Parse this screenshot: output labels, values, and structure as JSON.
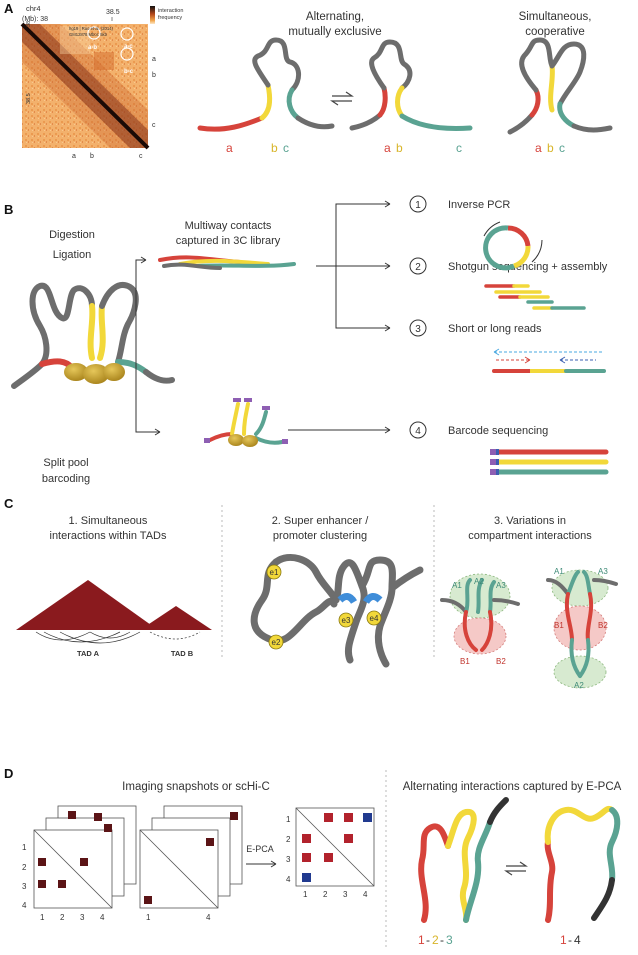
{
  "panels": {
    "a": "A",
    "b": "B",
    "c": "C",
    "d": "D"
  },
  "panel_a": {
    "heatmap": {
      "chrom": "chr4",
      "mb_label": "(Mb): 38",
      "tick_38_5_top": "38.5",
      "y_38": "38",
      "y_38_5": "38.5",
      "legend_label": "interaction\nfrequency",
      "legend_line1": "interaction",
      "legend_line2": "frequency",
      "source_line1": "hg19 | Rao et al. (2014)",
      "source_line2": "GM12878 MboI: 5kb",
      "circle_ab": "a-b",
      "circle_ac": "a-c",
      "circle_bc": "b-c",
      "right_a": "a",
      "right_b": "b",
      "right_c": "c",
      "bottom_a": "a",
      "bottom_b": "b",
      "bottom_c": "c"
    },
    "alternating_line1": "Alternating,",
    "alternating_line2": "mutually exclusive",
    "simultaneous_line1": "Simultaneous,",
    "simultaneous_line2": "cooperative",
    "labels": {
      "a": "a",
      "b": "b",
      "c": "c"
    },
    "colors": {
      "red": "#d6433b",
      "yellow": "#f2d83a",
      "teal": "#5aa392",
      "gray": "#6d6d6d"
    }
  },
  "panel_b": {
    "digestion": "Digestion",
    "ligation": "Ligation",
    "multiway_line1": "Multiway contacts",
    "multiway_line2": "captured in 3C library",
    "split_line1": "Split pool",
    "split_line2": "barcoding",
    "methods": [
      {
        "num": "1",
        "label": "Inverse PCR"
      },
      {
        "num": "2",
        "label": "Shotgun sequencing + assembly"
      },
      {
        "num": "3",
        "label": "Short or long reads"
      },
      {
        "num": "4",
        "label": "Barcode sequencing"
      }
    ]
  },
  "panel_c": {
    "c1_line1": "1. Simultaneous",
    "c1_line2": "interactions within TADs",
    "tad_a": "TAD A",
    "tad_b": "TAD B",
    "c2_line1": "2. Super enhancer /",
    "c2_line2": "promoter clustering",
    "enhancers": [
      "e1",
      "e2",
      "e3",
      "e4"
    ],
    "c3_line1": "3. Variations in",
    "c3_line2": "compartment interactions",
    "compartments": {
      "A1": "A1",
      "A2": "A2",
      "A3": "A3",
      "B1": "B1",
      "B2": "B2"
    }
  },
  "panel_d": {
    "title_left": "Imaging snapshots or scHi-C",
    "epca": "E-PCA",
    "title_right": "Alternating interactions captured by E-PCA",
    "axis_ticks": [
      "1",
      "2",
      "3",
      "4"
    ],
    "bottom_left_1": "1",
    "bottom_left_dash1": "-",
    "bottom_left_2": "2",
    "bottom_left_dash2": "-",
    "bottom_left_3": "3",
    "bottom_right_1": "1",
    "bottom_right_dash": "-",
    "bottom_right_4": "4",
    "colors": {
      "square": "#5b1416",
      "red": "#b2222c",
      "blue": "#213a8f"
    }
  }
}
